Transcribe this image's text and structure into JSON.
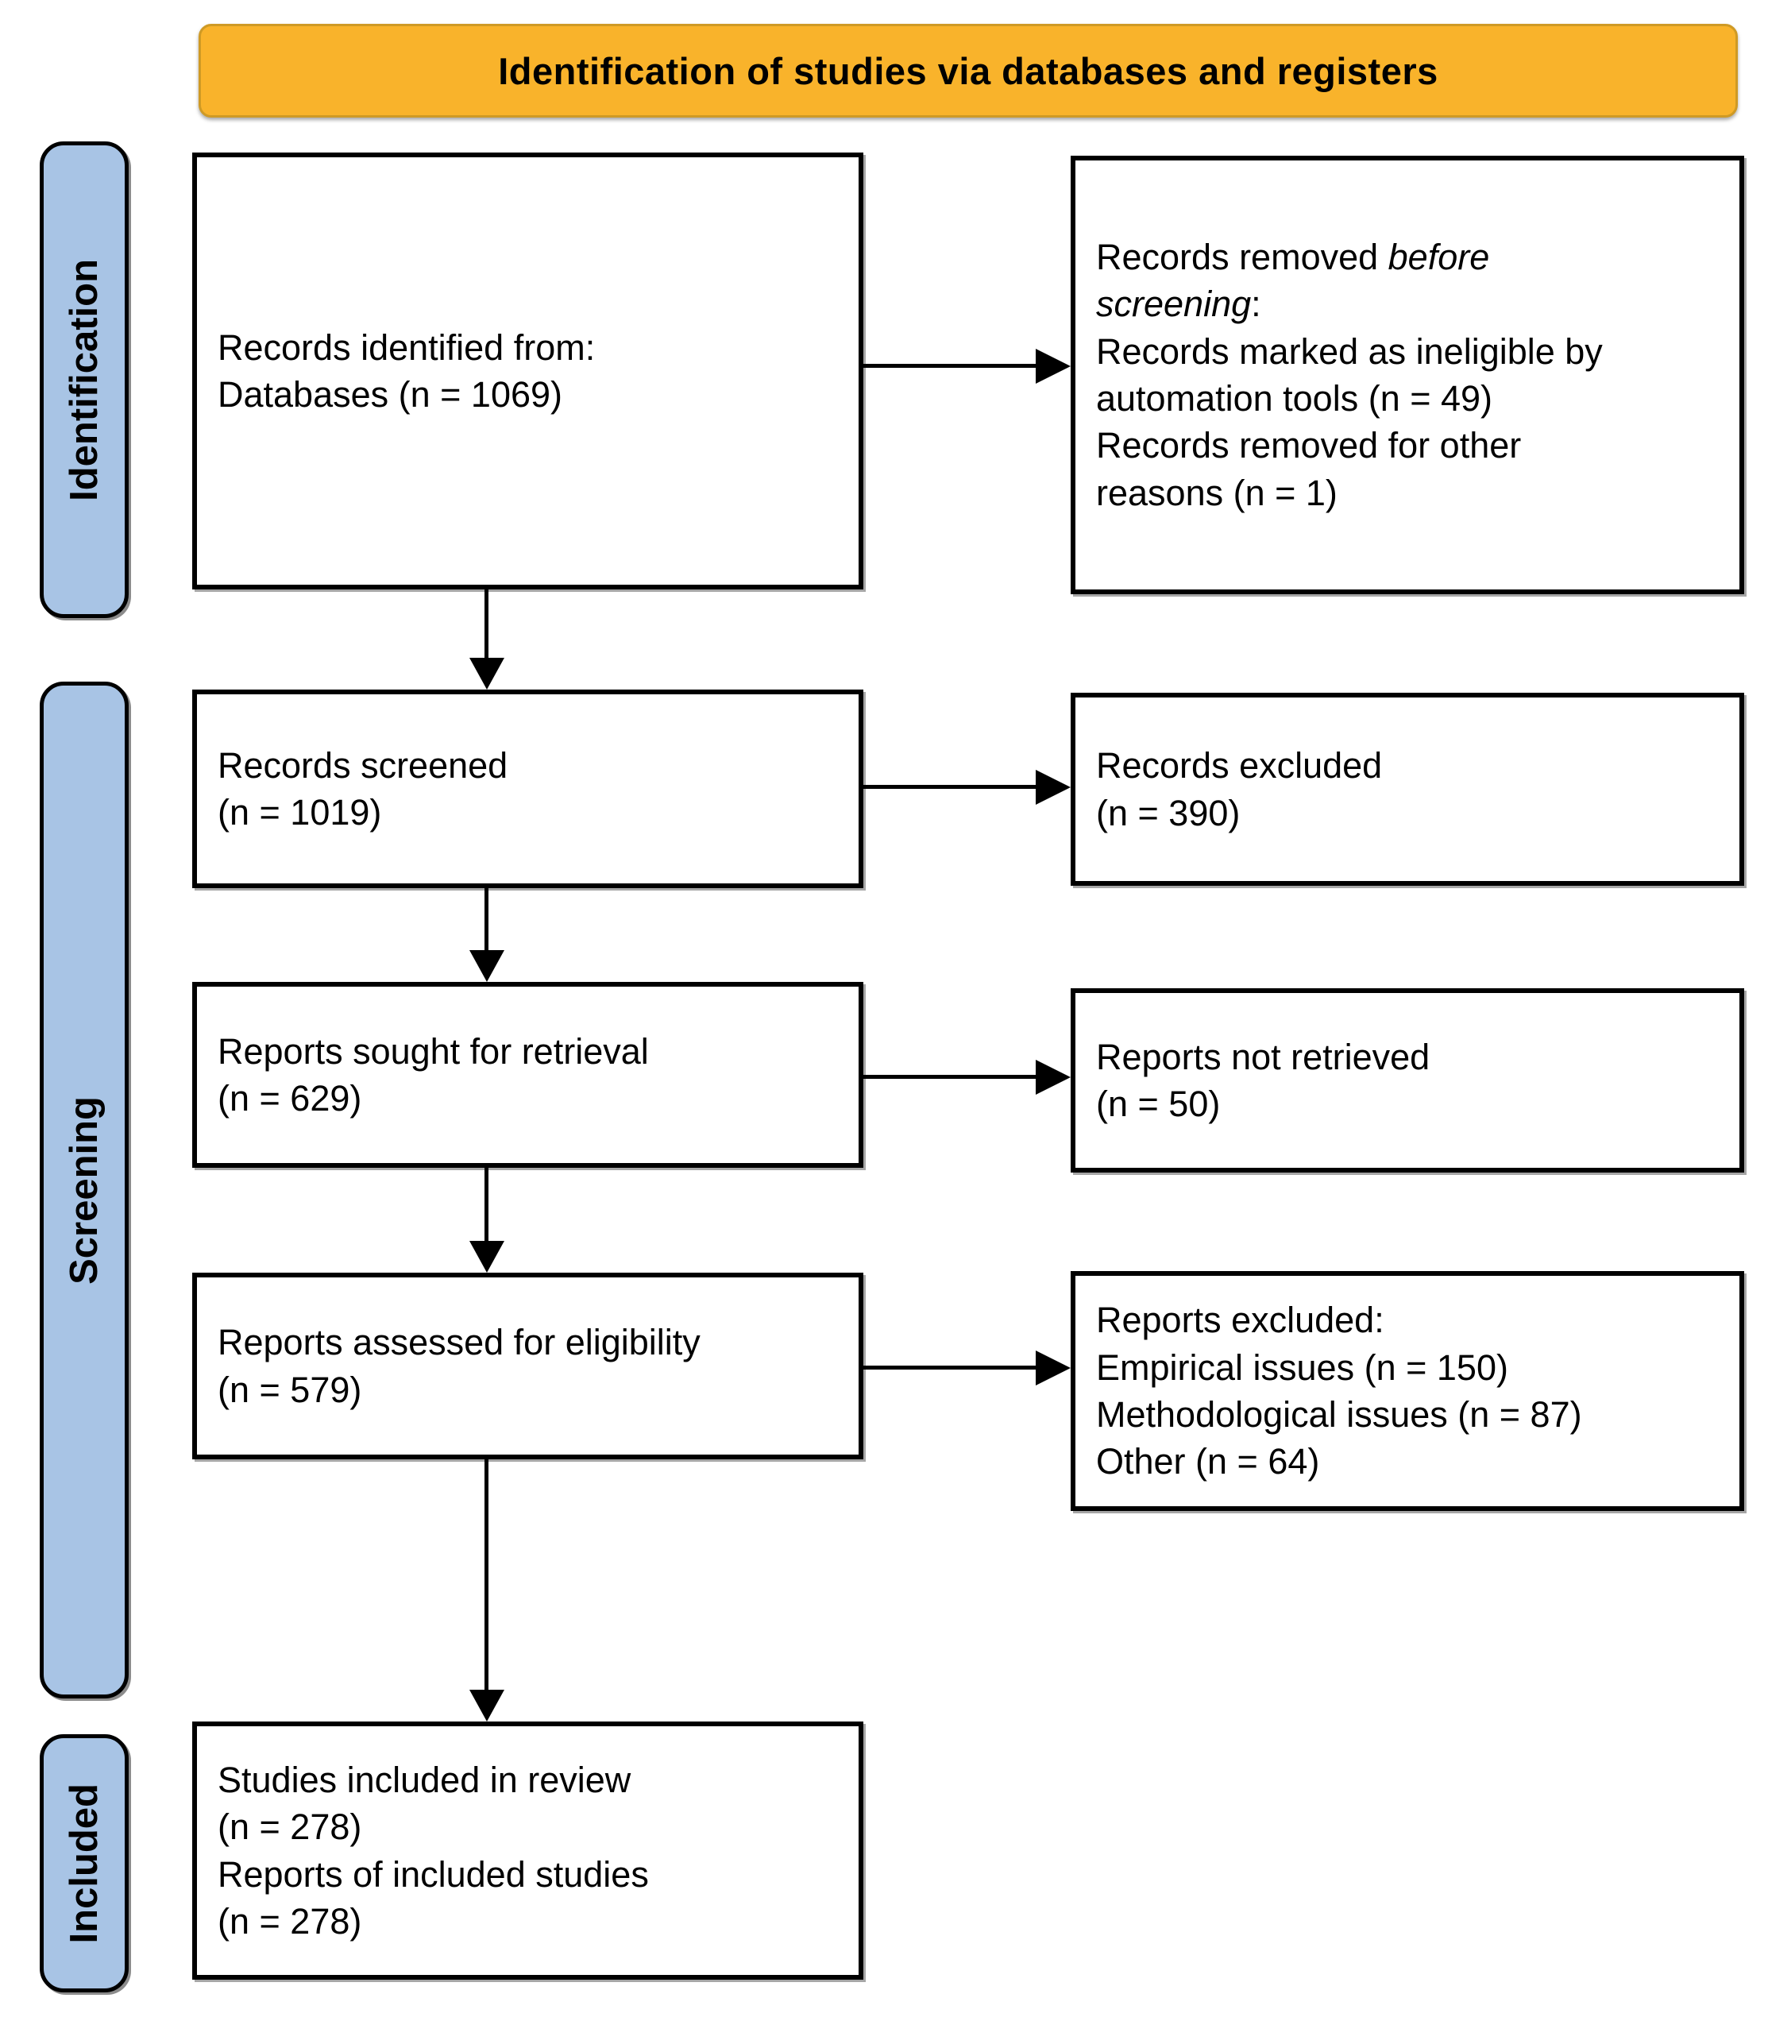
{
  "banner": {
    "title": "Identification of studies via databases and registers"
  },
  "stages": {
    "identification": "Identification",
    "screening": "Screening",
    "included": "Included"
  },
  "boxes": {
    "records_identified": {
      "line1": "Records identified from:",
      "line2": "Databases (n = 1069)"
    },
    "records_removed": {
      "lead": "Records removed ",
      "lead_italic": "before screening",
      "lead_end": ":",
      "items": [
        "Records marked as ineligible by automation tools (n = 49)",
        "Records removed for other reasons (n = 1)"
      ]
    },
    "records_screened": {
      "line1": "Records screened",
      "line2": "(n = 1019)"
    },
    "records_excluded": {
      "line1": "Records excluded",
      "line2": "(n = 390)"
    },
    "reports_sought": {
      "line1": "Reports sought for retrieval",
      "line2": "(n = 629)"
    },
    "reports_not_retrieved": {
      "line1": "Reports not retrieved",
      "line2": "(n = 50)"
    },
    "reports_assessed": {
      "line1": "Reports assessed for eligibility",
      "line2": "(n = 579)"
    },
    "reports_excluded": {
      "line1": "Reports excluded:",
      "line2": "Empirical issues (n = 150)",
      "line3": "Methodological issues (n = 87)",
      "line4": "Other (n = 64)"
    },
    "studies_included": {
      "line1": "Studies included in review",
      "line2": "(n = 278)",
      "line3": "Reports of included studies",
      "line4": "(n = 278)"
    }
  },
  "colors": {
    "banner_fill": "#F9B32B",
    "stage_fill": "#A8C4E5",
    "box_border": "#000000",
    "arrow": "#000000"
  }
}
